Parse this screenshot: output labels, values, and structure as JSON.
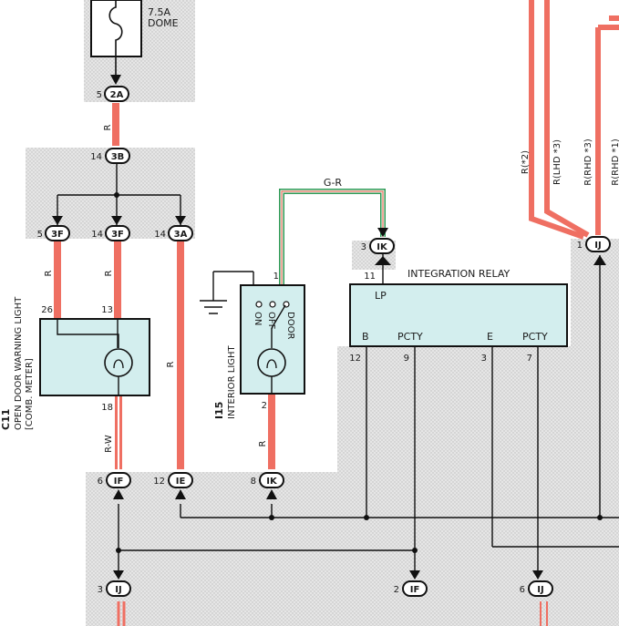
{
  "fuse": {
    "rating": "7.5A",
    "name": "DOME"
  },
  "connectors": {
    "c2A": {
      "pin": "5",
      "code": "2A"
    },
    "c3B": {
      "pin": "14",
      "code": "3B"
    },
    "c3F_left": {
      "pin": "5",
      "code": "3F"
    },
    "c3F_mid": {
      "pin": "14",
      "code": "3F"
    },
    "c3A": {
      "pin": "14",
      "code": "3A"
    },
    "cIK_top": {
      "pin": "3",
      "code": "IK"
    },
    "cIJ_top": {
      "pin": "1",
      "code": "IJ"
    },
    "cIF": {
      "pin": "6",
      "code": "IF"
    },
    "cIE": {
      "pin": "12",
      "code": "IE"
    },
    "cIK_bot": {
      "pin": "8",
      "code": "IK"
    },
    "cIJ_bot_left": {
      "pin": "3",
      "code": "IJ"
    },
    "cIF_bot": {
      "pin": "2",
      "code": "IF"
    },
    "cIJ_bot_right": {
      "pin": "6",
      "code": "IJ"
    }
  },
  "wires": {
    "r1": "R",
    "r2": "R",
    "r3": "R",
    "r4": "R",
    "r5": "R",
    "rw": "R-W",
    "gr": "G-R",
    "right": [
      "R(*2)",
      "R(LHD *3)",
      "R(RHD *3)",
      "R(RHD *1)"
    ]
  },
  "warning_light": {
    "code": "C11",
    "name": "OPEN DOOR WARNING LIGHT",
    "sub": "[COMB. METER]",
    "pins": {
      "p26": "26",
      "p13": "13",
      "p18": "18"
    }
  },
  "interior_light": {
    "code": "I15",
    "name": "INTERIOR LIGHT",
    "pins": {
      "p1": "1",
      "p2": "2"
    },
    "switch": {
      "on": "ON",
      "off": "OFF",
      "door": "DOOR"
    }
  },
  "relay": {
    "name": "INTEGRATION RELAY",
    "pin_lp": "11",
    "lp": "LP",
    "terminals": [
      "B",
      "PCTY",
      "E",
      "PCTY"
    ],
    "pins": [
      "12",
      "9",
      "3",
      "7"
    ]
  }
}
